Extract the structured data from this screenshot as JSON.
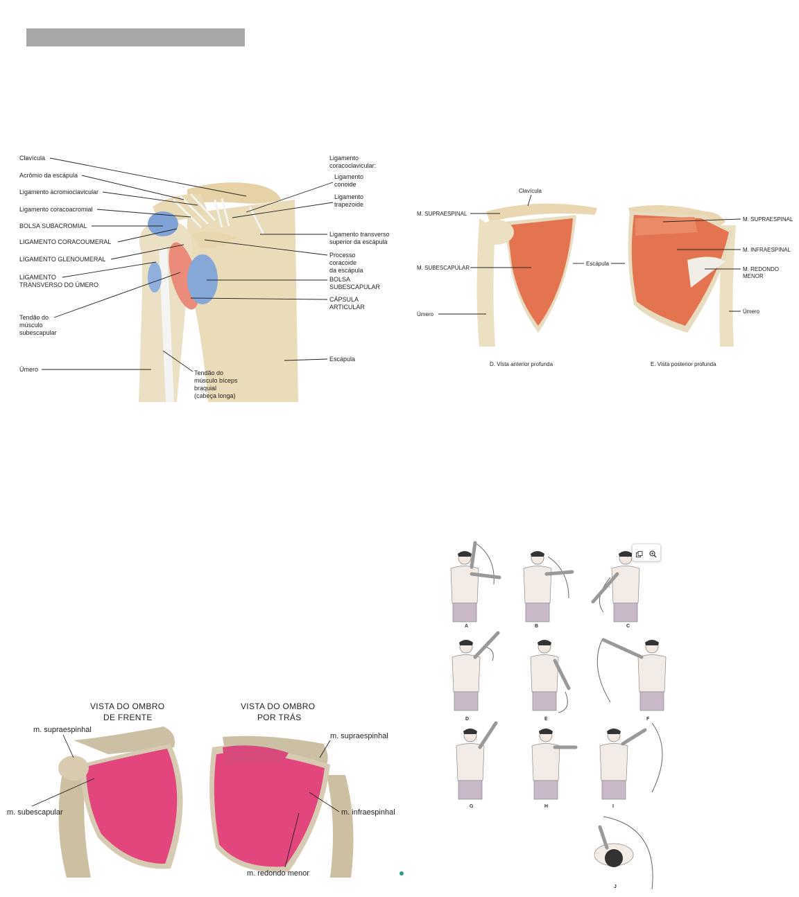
{
  "figure1": {
    "left_labels": [
      "Clavícula",
      "Acrômio da escápula",
      "Ligamento acromioclavicular",
      "Ligamento coracoacromial",
      "BOLSA SUBACROMIAL",
      "LIGAMENTO CORACOUMERAL",
      "LIGAMENTO GLENOUMERAL",
      "LIGAMENTO",
      "TRANSVERSO DO ÚMERO",
      "Tendão do",
      "músculo",
      "subescapular",
      "Úmero"
    ],
    "right_labels": [
      "Ligamento",
      "coracoclavicular:",
      "Ligamento",
      "conoide",
      "Ligamento",
      "trapezoide",
      "Ligamento transverso",
      "superior da escápula",
      "Processo",
      "coracoide",
      "da escápula",
      "BOLSA",
      "SUBESCAPULAR",
      "CÁPSULA",
      "ARTICULAR",
      "Escápula"
    ],
    "bottom_labels": [
      "Tendão do",
      "músculo bíceps",
      "braquial",
      "(cabeça longa)"
    ]
  },
  "figure2": {
    "top_label": "Clavícula",
    "left_labels": [
      "M. SUPRAESPINAL",
      "M. SUBESCAPULAR",
      "Úmero"
    ],
    "middle_label": "Escápula",
    "right_labels": [
      "M. SUPRAESPINAL",
      "M. INFRAESPINAL",
      "M. REDONDO",
      "MENOR",
      "Úmero"
    ],
    "caption_d": "D. Vista anterior profunda",
    "caption_e": "E. Vista posterior profunda"
  },
  "figure3": {
    "heading_front": [
      "VISTA DO OMBRO",
      "DE FRENTE"
    ],
    "heading_back": [
      "VISTA DO OMBRO",
      "POR TRÁS"
    ],
    "labels": {
      "supra_front": "m. supraespinhal",
      "subscap": "m. subescapular",
      "supra_back": "m. supraespinhal",
      "infra": "m. infraespinhal",
      "teres": "m. redondo menor"
    }
  },
  "figure4": {
    "letters": [
      "A",
      "B",
      "C",
      "D",
      "E",
      "F",
      "G",
      "H",
      "I",
      "J"
    ],
    "toolbar_icons": [
      "copy-icon",
      "zoom-icon"
    ]
  },
  "colors": {
    "title_bar": "#a7a7a7",
    "bone": "#e9d8b4",
    "bursa": "#7fa3d6",
    "muscle_orange": "#e4734f",
    "muscle_pink": "#e2467d"
  }
}
